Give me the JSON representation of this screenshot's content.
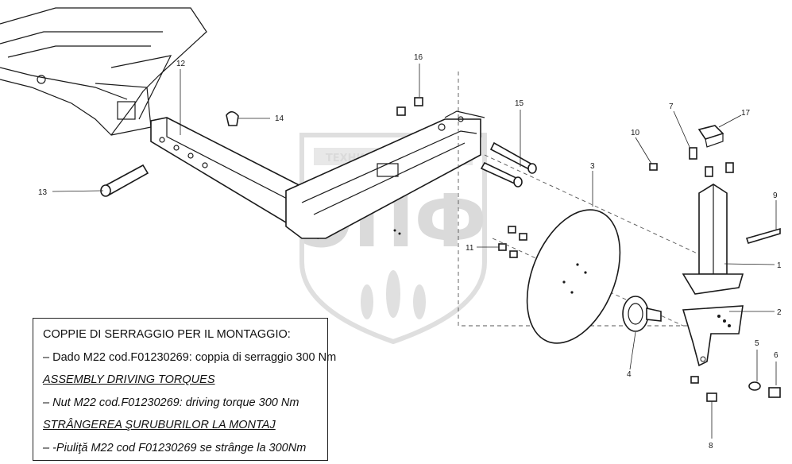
{
  "watermark": {
    "banner": "ТЕХНИКА И ЗАПЧАСТИ",
    "letters": "ЭПФ"
  },
  "callouts": [
    "1",
    "2",
    "3",
    "4",
    "5",
    "6",
    "7",
    "8",
    "9",
    "10",
    "11",
    "12",
    "13",
    "14",
    "15",
    "16",
    "17"
  ],
  "torque_box": {
    "it_heading": "COPPIE DI SERRAGGIO PER IL MONTAGGIO:",
    "it_line": "– Dado M22 cod.F01230269: coppia di serraggio 300 Nm",
    "en_heading": "ASSEMBLY DRIVING TORQUES",
    "en_line": "– Nut M22 cod.F01230269: driving torque 300 Nm",
    "ro_heading": "STRÂNGEREA ŞURUBURILOR LA MONTAJ",
    "ro_line": "– -Piuliţă M22 cod F01230269 se strânge la 300Nm"
  },
  "colors": {
    "line": "#1a1a1a",
    "watermark": "#d6d6d6"
  }
}
